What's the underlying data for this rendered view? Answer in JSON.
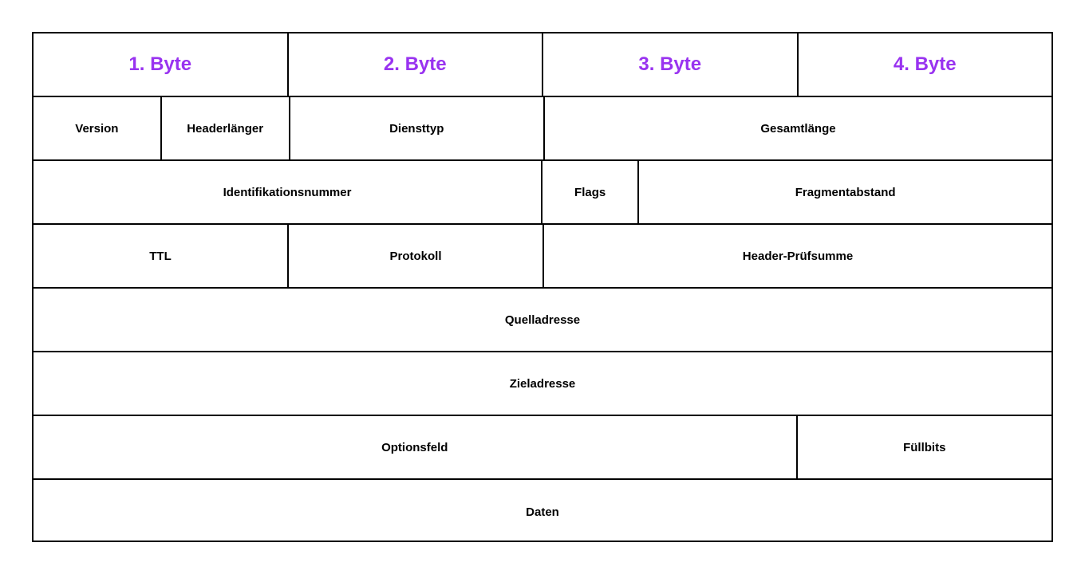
{
  "colors": {
    "byte_header_text": "#9933f0",
    "field_text": "#000000",
    "border": "#000000",
    "background": "#ffffff"
  },
  "grid": {
    "total_bits_per_row": 32,
    "rows": [
      {
        "name": "byte-headers",
        "cells": [
          {
            "label": "1. Byte",
            "bits": 8
          },
          {
            "label": "2. Byte",
            "bits": 8
          },
          {
            "label": "3. Byte",
            "bits": 8
          },
          {
            "label": "4. Byte",
            "bits": 8
          }
        ]
      },
      {
        "name": "word-1",
        "cells": [
          {
            "label": "Version",
            "bits": 4
          },
          {
            "label": "Headerlänger",
            "bits": 4
          },
          {
            "label": "Diensttyp",
            "bits": 8
          },
          {
            "label": "Gesamtlänge",
            "bits": 16
          }
        ]
      },
      {
        "name": "word-2",
        "cells": [
          {
            "label": "Identifikationsnummer",
            "bits": 16
          },
          {
            "label": "Flags",
            "bits": 3
          },
          {
            "label": "Fragmentabstand",
            "bits": 13
          }
        ]
      },
      {
        "name": "word-3",
        "cells": [
          {
            "label": "TTL",
            "bits": 8
          },
          {
            "label": "Protokoll",
            "bits": 8
          },
          {
            "label": "Header-Prüfsumme",
            "bits": 16
          }
        ]
      },
      {
        "name": "word-4",
        "cells": [
          {
            "label": "Quelladresse",
            "bits": 32
          }
        ]
      },
      {
        "name": "word-5",
        "cells": [
          {
            "label": "Zieladresse",
            "bits": 32
          }
        ]
      },
      {
        "name": "word-6",
        "cells": [
          {
            "label": "Optionsfeld",
            "bits": 24
          },
          {
            "label": "Füllbits",
            "bits": 8
          }
        ]
      },
      {
        "name": "word-7",
        "cells": [
          {
            "label": "Daten",
            "bits": 32
          }
        ]
      }
    ]
  }
}
